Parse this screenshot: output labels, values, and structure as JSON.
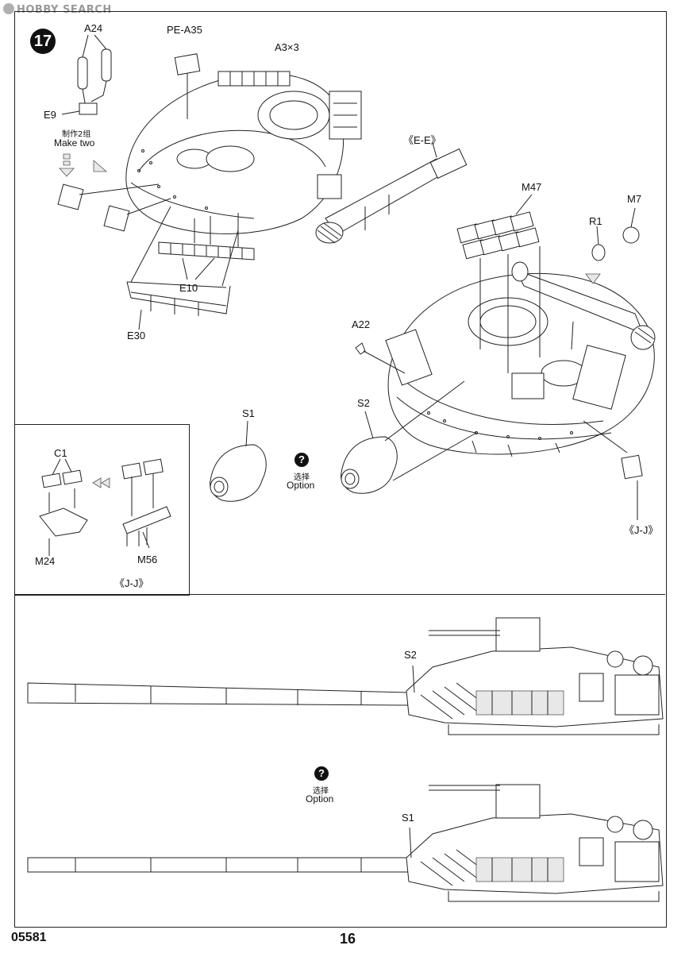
{
  "watermark": "HOBBY SEARCH",
  "step": {
    "number": "17"
  },
  "labels": {
    "a24": "A24",
    "pe_a35": "PE-A35",
    "a3x3": "A3×3",
    "e9": "E9",
    "make_two_cn": "制作2组",
    "make_two_en": "Make two",
    "e_e": "《E-E》",
    "m47": "M47",
    "m7": "M7",
    "r1": "R1",
    "e10": "E10",
    "e30": "E30",
    "a22": "A22",
    "s1": "S1",
    "s2": "S2",
    "option_cn": "选择",
    "option_en": "Option",
    "j_j": "《J-J》"
  },
  "inset": {
    "c1": "C1",
    "m24": "M24",
    "m56": "M56",
    "j_j": "《J-J》"
  },
  "bottom": {
    "s2": "S2",
    "s1": "S1",
    "option_cn": "选择",
    "option_en": "Option"
  },
  "footer": {
    "code": "05581",
    "page": "16"
  }
}
